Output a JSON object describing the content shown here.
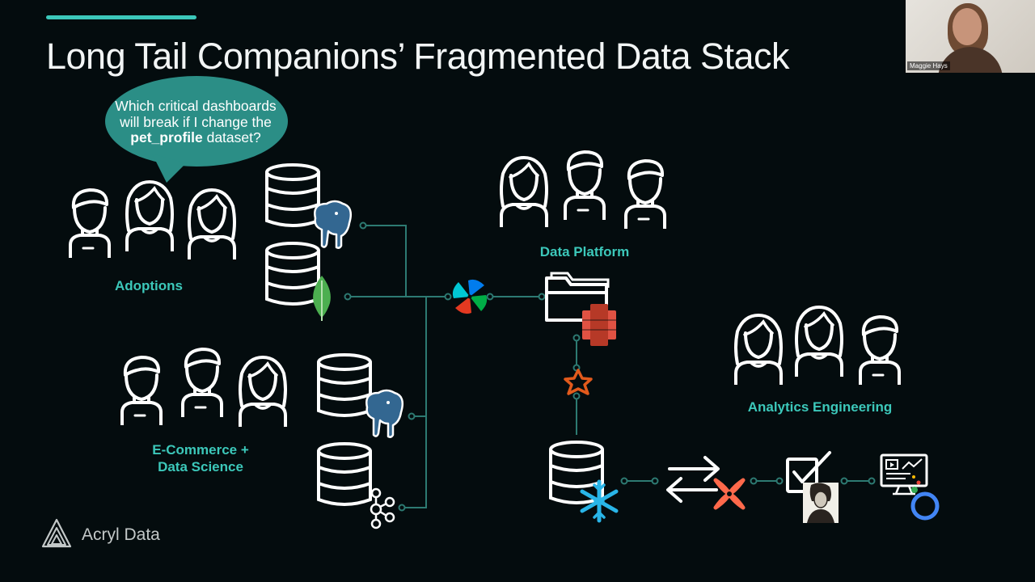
{
  "slide": {
    "title": "Long Tail Companions’ Fragmented Data Stack",
    "bubble": {
      "line1": "Which critical dashboards",
      "line2": "will break if I change the",
      "dataset_name": "pet_profile",
      "line3_rest": " dataset?"
    },
    "teams": {
      "adoptions": "Adoptions",
      "data_platform": "Data Platform",
      "analytics_engineering": "Analytics Engineering",
      "ecommerce_line1": "E-Commerce +",
      "ecommerce_line2": "Data Science"
    },
    "brand": "Acryl Data"
  },
  "video": {
    "participant_name": "Maggie Hays"
  },
  "colors": {
    "background": "#040c0e",
    "accent": "#3cc8ba",
    "line": "#2d7a72",
    "icon_stroke": "#ffffff",
    "postgres": "#336791",
    "mongodb": "#4caf50",
    "s3": "#e05243",
    "snowflake": "#29b5e8",
    "dbt": "#ff694b",
    "looker_blue": "#4285f4"
  },
  "icons": [
    "user-icon",
    "database-icon",
    "postgres-icon",
    "mongodb-icon",
    "kafka-icon",
    "airflow-icon",
    "folder-icon",
    "s3-icon",
    "spark-icon",
    "snowflake-icon",
    "sync-arrows-icon",
    "dbt-icon",
    "checkbox-icon",
    "great-expectations-icon",
    "looker-dashboard-icon"
  ]
}
